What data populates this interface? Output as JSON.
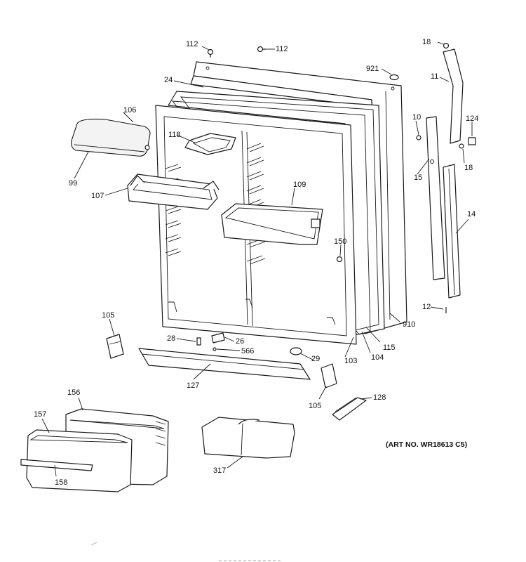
{
  "art_number": "(ART NO. WR18613 C5)",
  "callouts": {
    "c112a": "112",
    "c112b": "112",
    "c18a": "18",
    "c24": "24",
    "c921": "921",
    "c11": "11",
    "c106": "106",
    "c10": "10",
    "c124": "124",
    "c118": "118",
    "c18b": "18",
    "c99": "99",
    "c15": "15",
    "c109": "109",
    "c107": "107",
    "c14": "14",
    "c150": "150",
    "c12": "12",
    "c105a": "105",
    "c910": "910",
    "c28": "28",
    "c26": "26",
    "c566": "566",
    "c115": "115",
    "c29": "29",
    "c103": "103",
    "c104": "104",
    "c127": "127",
    "c105b": "105",
    "c156": "156",
    "c128": "128",
    "c157": "157",
    "c317": "317",
    "c158": "158"
  }
}
